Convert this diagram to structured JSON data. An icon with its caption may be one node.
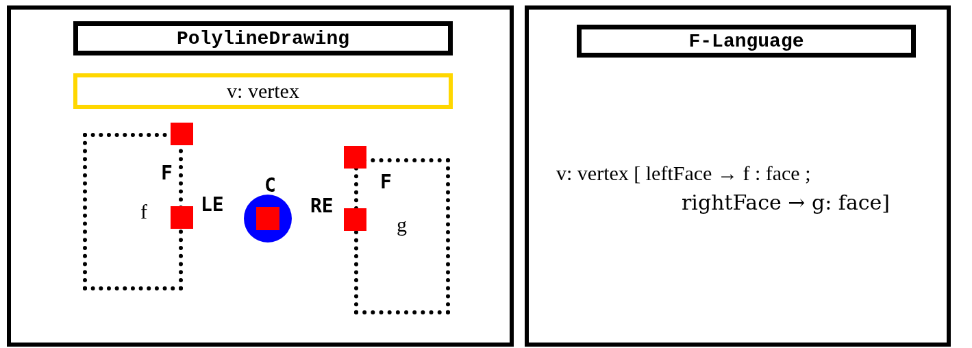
{
  "diagram": {
    "nodes": [
      {
        "text": [],
        "shape": "box"
      },
      {
        "text": [
          "PolylineDrawing"
        ],
        "in": 0
      },
      {
        "text": [
          "v: vertex"
        ],
        "in": 0
      },
      {
        "text": [
          "F",
          "f"
        ],
        "in": 0
      },
      {
        "text": [],
        "shape": "box",
        "in": 0
      },
      {
        "text": [],
        "shape": "box",
        "in": 0,
        "beside": [
          "LE"
        ]
      },
      {
        "text": [],
        "shape": "circle",
        "in": 0,
        "beside": [
          "C"
        ]
      },
      {
        "text": [],
        "shape": "box",
        "in": 6
      },
      {
        "text": [
          "F",
          "g"
        ],
        "in": 0
      },
      {
        "text": [],
        "shape": "box",
        "in": 0
      },
      {
        "text": [],
        "shape": "box",
        "in": 0,
        "beside": [
          "RE"
        ]
      },
      {
        "text": [],
        "shape": "box"
      },
      {
        "text": [
          "F-Language"
        ],
        "in": 11
      }
    ],
    "edges": [],
    "labels": [
      "v: vertex [ leftFace → f : face ;",
      "rightFace → g: face]"
    ]
  }
}
